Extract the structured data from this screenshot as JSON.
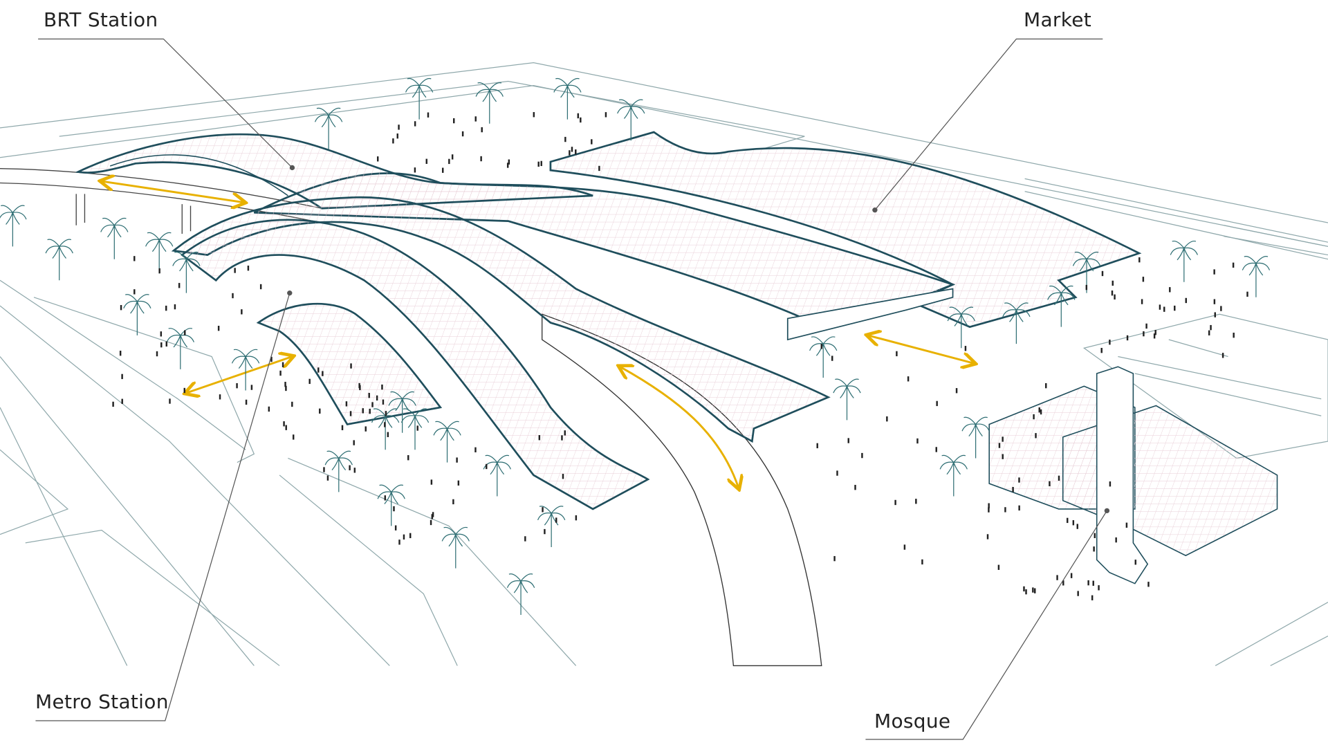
{
  "labels": {
    "brt_station": "BRT Station",
    "market": "Market",
    "metro_station": "Metro Station",
    "mosque": "Mosque"
  },
  "colors": {
    "roof_outline": "#1f4e5c",
    "roof_grid": "#e6c9d3",
    "flow_arrow": "#e8b100",
    "linework": "#6f8f94",
    "leader": "#555555"
  }
}
